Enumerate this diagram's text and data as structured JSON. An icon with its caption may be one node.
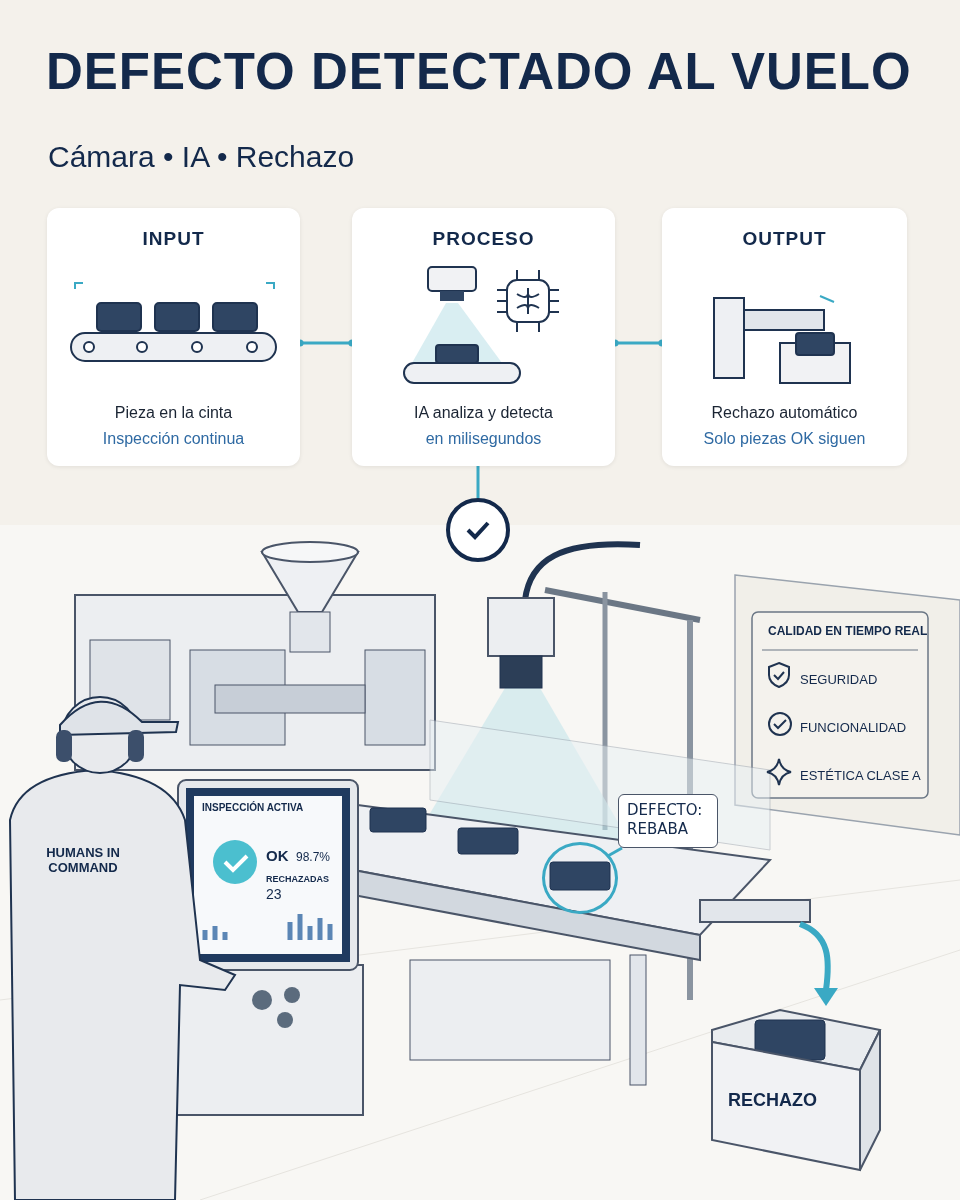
{
  "diagram": {
    "title": "DEFECTO DETECTADO AL VUELO",
    "nodes": [
      {
        "text": [
          "INPUT",
          "Pieza en la cinta",
          "Inspección continua"
        ]
      },
      {
        "text": [
          "PROCESO",
          "IA analiza y detecta",
          "en milisegundos"
        ]
      },
      {
        "text": [
          "OUTPUT",
          "Rechazo automático",
          "Solo piezas OK siguen"
        ]
      },
      {
        "text": [],
        "shape": "circle"
      },
      {
        "text": [
          "DEFECTO: REBABA"
        ]
      },
      {
        "text": [],
        "shape": "circle"
      }
    ],
    "edges": [
      {
        "from": 0,
        "to": 1,
        "arrow": "other"
      },
      {
        "from": 1,
        "to": 2,
        "arrow": "other"
      },
      {
        "from": 1,
        "to": 3,
        "arrow": "none"
      },
      {
        "from": 4,
        "to": 5,
        "arrow": "none"
      }
    ],
    "labels": [
      "Cámara • IA • Rechazo",
      "CALIDAD EN TIEMPO REAL",
      "SEGURIDAD",
      "FUNCIONALIDAD",
      "ESTÉTICA CLASE A",
      "INSPECCIÓN ACTIVA",
      "OK",
      "98.7%",
      "RECHAZADAS",
      "23",
      "HUMANS IN COMMAND",
      "RECHAZO"
    ]
  }
}
